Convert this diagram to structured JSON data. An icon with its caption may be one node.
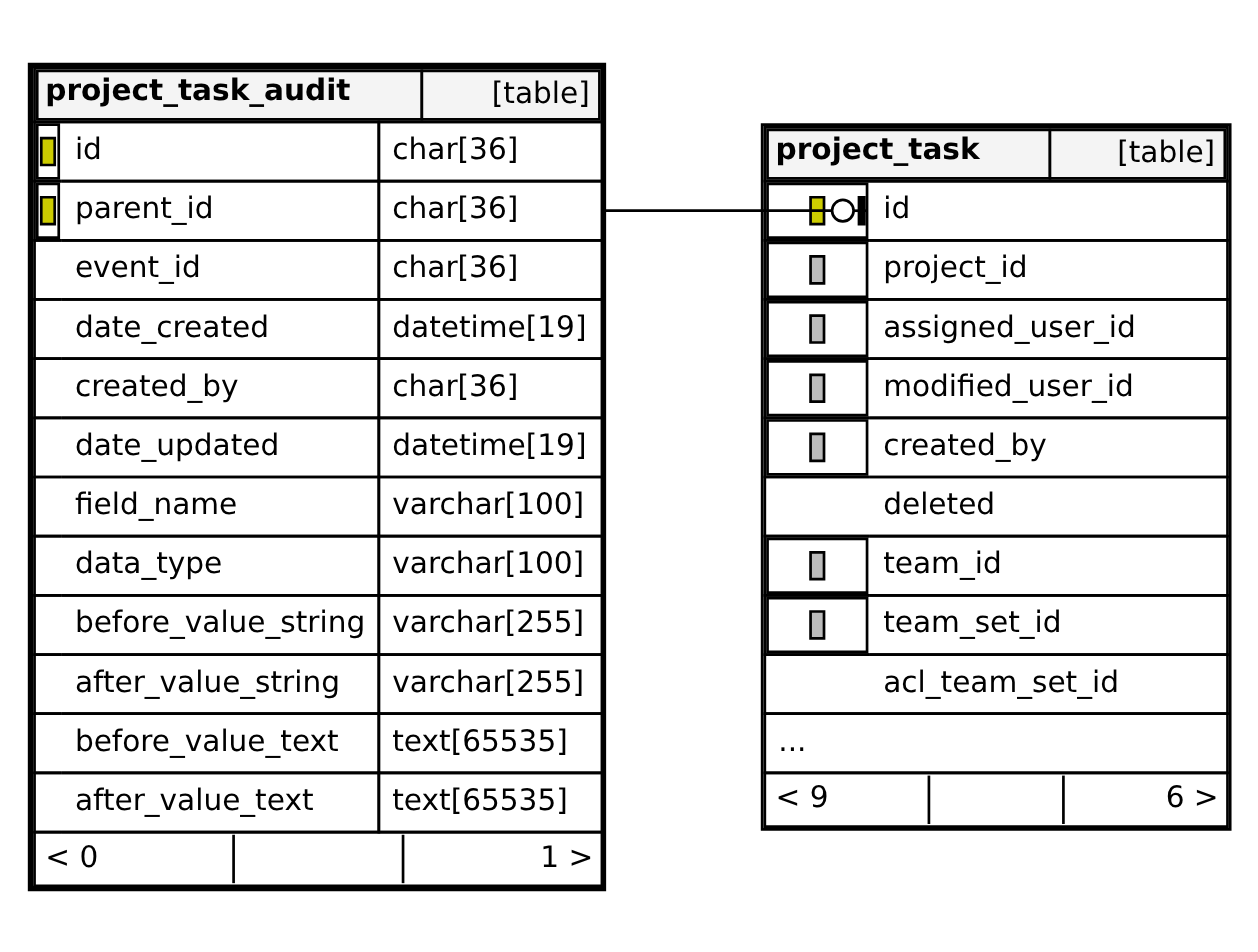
{
  "diagram": {
    "nodes": [
      {
        "text": [
          "project_task_audit",
          "[table]",
          "id",
          "char[36]",
          "parent_id",
          "char[36]",
          "event_id",
          "char[36]",
          "date_created",
          "datetime[19]",
          "created_by",
          "char[36]",
          "date_updated",
          "datetime[19]",
          "field_name",
          "varchar[100]",
          "data_type",
          "varchar[100]",
          "before_value_string",
          "varchar[255]",
          "after_value_string",
          "varchar[255]",
          "before_value_text",
          "text[65535]",
          "after_value_text",
          "text[65535]",
          "< 0",
          "1 >"
        ]
      },
      {
        "text": [
          "project_task",
          "[table]",
          "id",
          "project_id",
          "assigned_user_id",
          "modified_user_id",
          "created_by",
          "deleted",
          "team_id",
          "team_set_id",
          "acl_team_set_id",
          "...",
          "< 9",
          "6 >"
        ]
      }
    ],
    "edges": [
      {
        "from": 0,
        "to": 1,
        "arrow": "other"
      }
    ]
  }
}
